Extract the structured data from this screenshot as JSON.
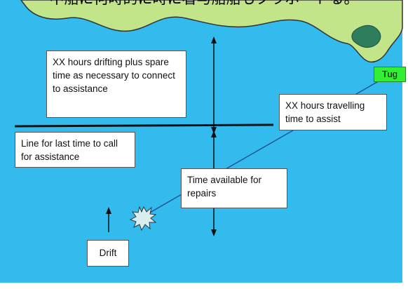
{
  "header": {
    "cropped_caption": "中船に何時的に時に看与船船もクラボ・トる。"
  },
  "labels": {
    "drifting_box": "XX hours drifting plus spare time as necessary to connect to assistance",
    "travelling_box": "XX hours travelling time to assist",
    "last_call_box": "Line for last time to call for assistance",
    "repairs_box": "Time available for repairs",
    "drift_box": "Drift",
    "tug_label": "Tug"
  },
  "colors": {
    "sea": "#33bbee",
    "coastline": "#c2e58a",
    "coastline_edge": "#333333",
    "island": "#2e7e5e",
    "tug": "#33ee33",
    "line": "#111111",
    "route": "#1a4a8a",
    "box_fill": "#ffffff",
    "box_border": "#555555"
  },
  "icons": {
    "casualty": "explosion-star-icon",
    "drift_arrow": "arrow-up-icon",
    "span_arrows": "double-headed-arrow-icon"
  }
}
